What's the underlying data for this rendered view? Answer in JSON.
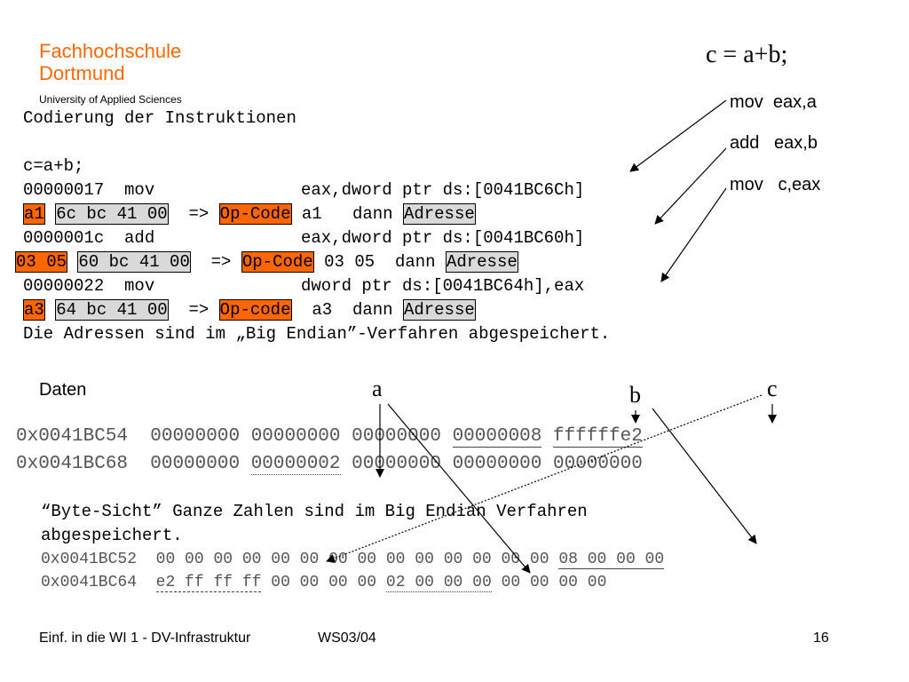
{
  "logo": {
    "line1": "Fachhochschule",
    "line2": "Dortmund",
    "subtitle": "University of Applied Sciences"
  },
  "formula": "c = a+b;",
  "asm_right": [
    "mov  eax,a",
    "add   eax,b",
    "mov   c,eax"
  ],
  "code": {
    "title": "Codierung der Instruktionen",
    "stmt": "c=a+b;",
    "line1": {
      "addr": "00000017",
      "op": "mov",
      "args": "eax,dword ptr ds:[0041BC6Ch]"
    },
    "enc1": {
      "opcode": "a1",
      "addr_bytes": "6c bc 41 00",
      "arrow": "=>",
      "label": "Op-Code",
      "op_text": "a1",
      "dann": "dann",
      "adresse": "Adresse"
    },
    "line2": {
      "addr": "0000001c",
      "op": "add",
      "args": "eax,dword ptr ds:[0041BC60h]"
    },
    "enc2": {
      "opcode": "03 05",
      "addr_bytes": "60 bc 41 00",
      "arrow": "=>",
      "label": "Op-Code",
      "op_text": "03 05",
      "dann": "dann",
      "adresse": "Adresse"
    },
    "line3": {
      "addr": "00000022",
      "op": "mov",
      "args": "dword ptr ds:[0041BC64h],eax"
    },
    "enc3": {
      "opcode": "a3",
      "addr_bytes": "64 bc 41 00",
      "arrow": "=>",
      "label": "Op-code",
      "op_text": "a3",
      "dann": "dann",
      "adresse": "Adresse"
    },
    "note": "Die Adressen sind im „Big Endian”-Verfahren abgespeichert."
  },
  "daten": {
    "label": "Daten",
    "marker_a": "a",
    "marker_b": "b",
    "marker_c": "c",
    "row1": {
      "addr": "0x0041BC54",
      "w1": "00000000",
      "w2": "00000000",
      "w3": "00000000",
      "w4": "00000008",
      "w5": "ffffffe2"
    },
    "row2": {
      "addr": "0x0041BC68",
      "w1": "00000000",
      "w2": "00000002",
      "w3": "00000000",
      "w4": "00000000",
      "w5": "00000000"
    }
  },
  "bytes": {
    "note1": "“Byte-Sicht” Ganze Zahlen sind im Big Endian Verfahren",
    "note2": "abgespeichert.",
    "row1": {
      "addr": "0x0041BC52",
      "pre": "00 00 00 00 00 00 00 00 00 00 00 00 00 00",
      "tail": "08 00 00 00"
    },
    "row2": {
      "addr": "0x0041BC64",
      "head": "e2 ff ff ff",
      "mid1": "00 00 00 00",
      "two": "02 00 00 00",
      "rest": "00 00 00 00"
    }
  },
  "footer": {
    "left": "Einf. in die WI 1 - DV-Infrastruktur",
    "term": "WS03/04",
    "page": "16"
  }
}
